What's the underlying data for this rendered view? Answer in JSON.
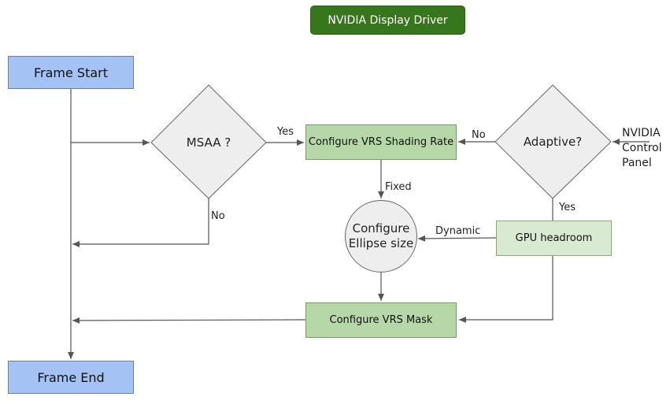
{
  "title": "NVIDIA Display Driver",
  "nodes": {
    "frame_start": "Frame Start",
    "frame_end": "Frame End",
    "msaa": "MSAA ?",
    "adaptive": "Adaptive?",
    "config_shading_rate": "Configure VRS Shading Rate",
    "config_ellipse_line1": "Configure",
    "config_ellipse_line2": "Ellipse size",
    "gpu_headroom": "GPU headroom",
    "config_mask": "Configure VRS Mask",
    "control_panel_line1": "NVIDIA",
    "control_panel_line2": "Control",
    "control_panel_line3": "Panel"
  },
  "edge_labels": {
    "msaa_yes": "Yes",
    "msaa_no": "No",
    "adaptive_no": "No",
    "adaptive_yes": "Yes",
    "fixed": "Fixed",
    "dynamic": "Dynamic"
  },
  "colors": {
    "title_bg": "#38761d",
    "frame_box": "#a4c2f4",
    "config_box": "#b6d7a8",
    "headroom_box": "#d9ead3",
    "decision_fill": "#eeeeee",
    "edge": "#555555"
  }
}
